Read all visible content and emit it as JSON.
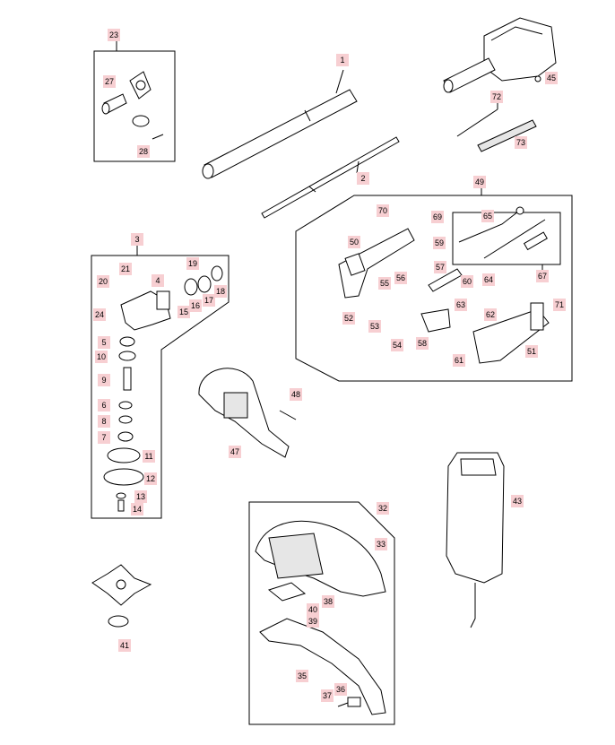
{
  "callouts": {
    "c1": "1",
    "c2": "2",
    "c3": "3",
    "c4": "4",
    "c5": "5",
    "c6": "6",
    "c7": "7",
    "c8": "8",
    "c9": "9",
    "c10": "10",
    "c11": "11",
    "c12": "12",
    "c13": "13",
    "c14": "14",
    "c15": "15",
    "c16": "16",
    "c17": "17",
    "c18": "18",
    "c19": "19",
    "c20": "20",
    "c21": "21",
    "c23": "23",
    "c24": "24",
    "c27": "27",
    "c28": "28",
    "c32": "32",
    "c33": "33",
    "c35": "35",
    "c36": "36",
    "c37": "37",
    "c38": "38",
    "c39": "39",
    "c40": "40",
    "c41": "41",
    "c43": "43",
    "c45": "45",
    "c47": "47",
    "c48": "48",
    "c49": "49",
    "c50": "50",
    "c51": "51",
    "c52": "52",
    "c53": "53",
    "c54": "54",
    "c55": "55",
    "c56": "56",
    "c57": "57",
    "c58": "58",
    "c59": "59",
    "c60": "60",
    "c61": "61",
    "c62": "62",
    "c63": "63",
    "c64": "64",
    "c65": "65",
    "c67": "67",
    "c69": "69",
    "c70": "70",
    "c71": "71",
    "c72": "72",
    "c73": "73"
  },
  "colors": {
    "callout_bg": "#f7cfd2",
    "line": "#000000",
    "fill": "#ffffff"
  }
}
